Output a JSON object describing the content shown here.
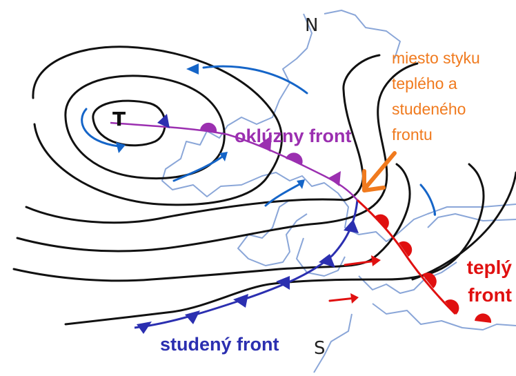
{
  "labels": {
    "occluded_front": "oklúzny front",
    "cold_front": "studený front",
    "warm_front_line1": "teplý",
    "warm_front_line2": "front",
    "meeting_point_line1": "miesto styku",
    "meeting_point_line2": "teplého a",
    "meeting_point_line3": "studeného",
    "meeting_point_line4": "frontu",
    "low_pressure_symbol": "T",
    "north": "N",
    "south": "S"
  },
  "colors": {
    "occluded_front": "#9b2fb0",
    "cold_front": "#2b2fb0",
    "warm_front": "#e01010",
    "annotation": "#f07a1e",
    "isobar": "#111111",
    "coastline": "#8aa6d8",
    "wind_blue": "#1565c8"
  }
}
